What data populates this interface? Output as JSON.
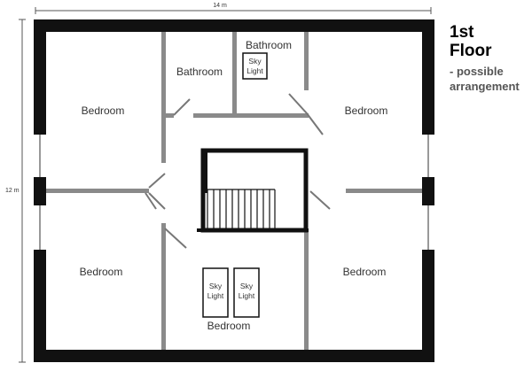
{
  "dimensions": {
    "width_label": "14 m",
    "height_label": "12 m"
  },
  "heading": {
    "line1": "1st",
    "line2": "Floor",
    "sub1": "- possible",
    "sub2": "arrangement"
  },
  "rooms": {
    "bedroom_top_left": "Bedroom",
    "bathroom_center": "Bathroom",
    "bathroom_top": "Bathroom",
    "bedroom_top_right": "Bedroom",
    "bedroom_bottom_left": "Bedroom",
    "bedroom_bottom_center": "Bedroom",
    "bedroom_bottom_right": "Bedroom"
  },
  "skylights": {
    "bathroom": {
      "line1": "Sky",
      "line2": "Light"
    },
    "bedroom_left": {
      "line1": "Sky",
      "line2": "Light"
    },
    "bedroom_right": {
      "line1": "Sky",
      "line2": "Light"
    }
  },
  "colors": {
    "outer_wall": "#111111",
    "inner_wall": "#8a8a8a",
    "door_swing": "#777777",
    "text": "#333333"
  }
}
